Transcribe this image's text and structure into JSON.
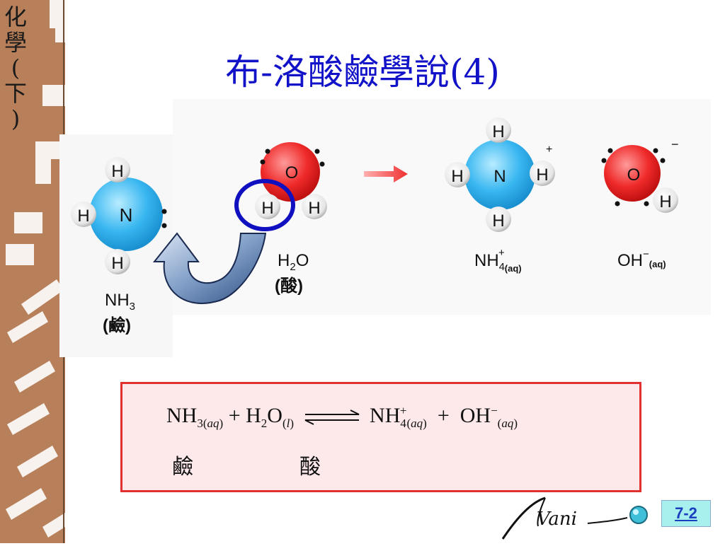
{
  "side_label": [
    "化",
    "學",
    "(",
    "下",
    ")"
  ],
  "title": "布-洛酸鹼學說(4)",
  "diagram": {
    "atom_h": "H",
    "atom_n": "N",
    "atom_o": "O",
    "charge_plus": "+",
    "charge_minus": "−",
    "nh3_label_main": "NH",
    "nh3_label_sub": "3",
    "nh3_role": "(鹼)",
    "h2o_label_h": "H",
    "h2o_label_sub": "2",
    "h2o_label_o": "O",
    "h2o_role": "(酸)",
    "nh4_label_main": "NH",
    "nh4_label_sub": "4",
    "nh4_label_sup": "+",
    "oh_label_main": "OH",
    "oh_label_sup": "−",
    "aq": "(aq)"
  },
  "equation": {
    "nh3": "NH",
    "nh3_sub": "3(",
    "nh3_state": "aq",
    "nh3_close": ")",
    "plus": "+",
    "h2o_h": "H",
    "h2o_sub": "2",
    "h2o_o": "O",
    "h2o_state_open": "(",
    "h2o_state": "l",
    "h2o_state_close": ")",
    "nh4": "NH",
    "nh4_sub": "4",
    "nh4_sup": "+",
    "nh4_state_open": "(",
    "nh4_state": "aq",
    "nh4_state_close": ")",
    "oh": "OH",
    "oh_sup": "−",
    "oh_state_open": "(",
    "oh_state": "aq",
    "oh_state_close": ")",
    "role_base": "鹼",
    "role_acid": "酸"
  },
  "logo_text": "Vani",
  "page_number": "7-2",
  "colors": {
    "title": "#1212c8",
    "nitrogen": "#37b6f0",
    "oxygen": "#ef2a2a",
    "circle": "#1010c0",
    "box_border": "#e03030",
    "box_fill": "#fde8ea",
    "badge_bg": "#a8f0ee"
  }
}
